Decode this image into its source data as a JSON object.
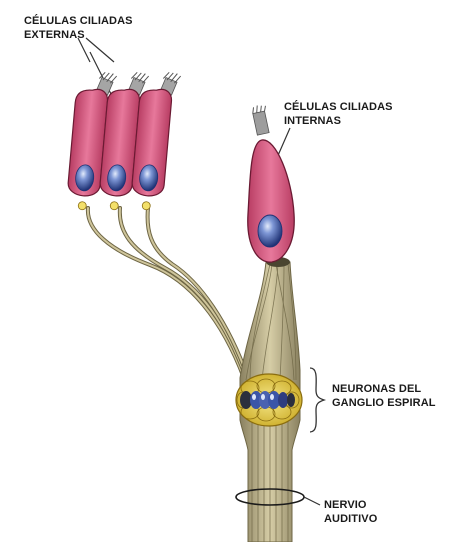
{
  "labels": {
    "outer_hair_cells": {
      "line1": "CÉLULAS CILIADAS",
      "line2": "EXTERNAS"
    },
    "inner_hair_cells": {
      "line1": "CÉLULAS CILIADAS",
      "line2": "INTERNAS"
    },
    "spiral_ganglion": {
      "line1": "NEURONAS DEL",
      "line2": "GANGLIO ESPIRAL"
    },
    "auditory_nerve": {
      "line1": "NERVIO",
      "line2": "AUDITIVO"
    }
  },
  "colors": {
    "cell_body": "#d9577f",
    "cell_outline": "#6b1a33",
    "nucleus": "#3b55a8",
    "nucleus_highlight": "#c9d6f2",
    "fiber": "#b8ad82",
    "fiber_dark": "#6e6645",
    "ganglion": "#e8d24a",
    "stereocilia": "#9a9a9a"
  }
}
